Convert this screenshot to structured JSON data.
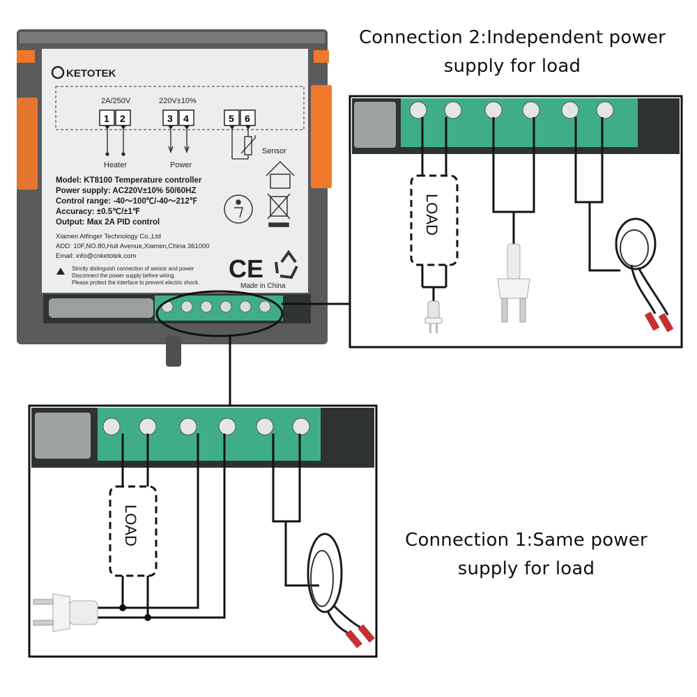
{
  "connection2": {
    "title_line1": "Connection 2:Independent power",
    "title_line2": "supply for load",
    "load_label": "LOAD"
  },
  "connection1": {
    "title_line1": "Connection 1:Same power",
    "title_line2": "supply for load",
    "load_label": "LOAD"
  },
  "controller": {
    "brand": "KETOTEK",
    "relay_rating": "2A/250V",
    "power_rating": "220V±10%",
    "terminals": [
      "1",
      "2",
      "3",
      "4",
      "5",
      "6"
    ],
    "heater_label": "Heater",
    "power_label": "Power",
    "sensor_label": "Sensor",
    "specs": [
      "Model: KT8100   Temperature controller",
      "Power supply: AC220V±10% 50/60HZ",
      "Control range: -40～100℃/-40～212℉",
      "Accuracy: ±0.5℃/±1℉",
      "Output: Max 2A PID control"
    ],
    "company": [
      "Xiamen Atfinger Technology Co.,Ltd",
      "ADD: 10F,NO.80,Huli Avenue,Xiamen,China 361000",
      "Email: info@cnketotek.com"
    ],
    "warnings": [
      "Strictly distinguish connection of sensor and power",
      "Disconnect the power supply before wiring.",
      "Please protect the interface to prevent electric shock."
    ],
    "ce_mark": "CE",
    "made_in": "Made in China"
  },
  "colors": {
    "terminal_green": "#3fae86",
    "housing_gray": "#5e5e60",
    "clip_orange": "#f0782a",
    "label_bg": "#ededed"
  }
}
